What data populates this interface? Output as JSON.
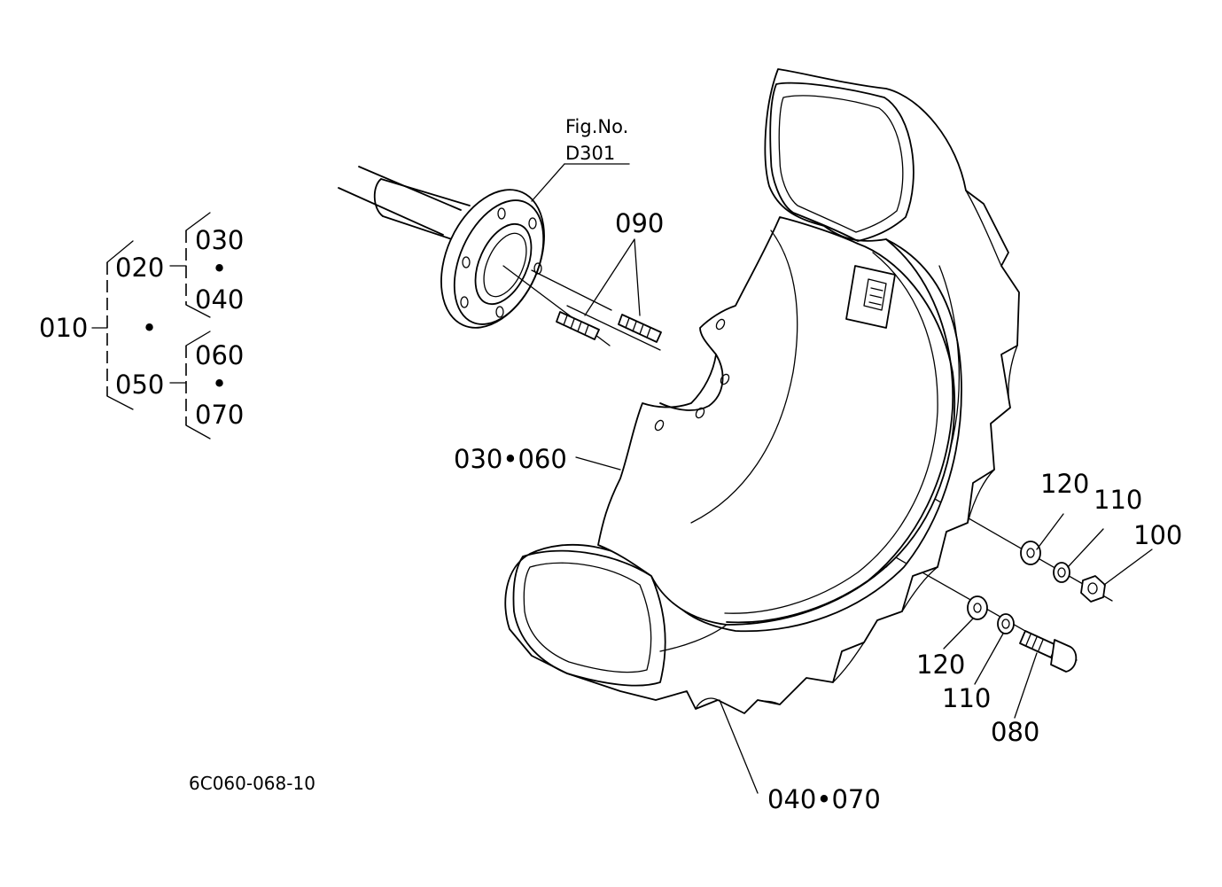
{
  "figure_ref": {
    "line1": "Fig.No.",
    "line2": "D301"
  },
  "drawing_code": "6C060-068-10",
  "assembly_tree": {
    "root": "010",
    "group_a": {
      "code": "020",
      "top": "030",
      "bottom": "040"
    },
    "group_b": {
      "code": "050",
      "top": "060",
      "bottom": "070"
    },
    "separator": "•"
  },
  "callouts": {
    "stud": "090",
    "rim": "030•060",
    "tire": "040•070",
    "washer_upper": "120",
    "lock_washer_upper": "110",
    "nut": "100",
    "washer_lower": "120",
    "lock_washer_lower": "110",
    "bolt": "080"
  }
}
